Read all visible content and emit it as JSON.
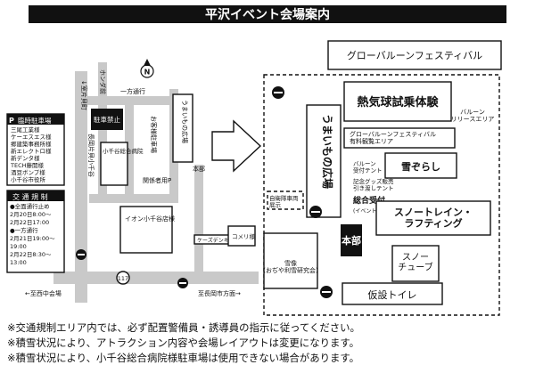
{
  "title": "平沢イベント会場案内",
  "left_map": {
    "north": "N",
    "parking_header": "臨時駐車場",
    "parking_lots": [
      "三尾工業様",
      "ケーエスエス様",
      "郷建築事務所様",
      "新エレクトロ様",
      "新デンタ様",
      "TECH藤開様",
      "酒豆ボンプ様",
      "小千谷市役所"
    ],
    "traffic_header": "交 通 規 制",
    "traffic_lines": [
      "●全面通行止め",
      "2月20日8:00〜",
      "2月22日17:00",
      "●一方通行",
      "2月21日19:00〜",
      "19:00",
      "2月22日8:30〜",
      "13:00"
    ],
    "labels": {
      "muro": "↓室片貝町",
      "hoken": "ホンダ前",
      "ichihou": "一方通行",
      "chushakinshi": "駐車禁止",
      "hospital": "小千谷総合病院",
      "kankeisha": "関係者用P",
      "nagaoka": "長岡片貝小千谷",
      "relay": "お客様駐車場",
      "ion": "イオン小千谷店様",
      "kurisu": "ケーズデンキ様",
      "komeri": "コメリ様",
      "route": "117",
      "nishi": "←至西中会場",
      "higashi": "至長岡市方面→",
      "umaimono_small": "うまいもの広場",
      "honbu_small": "本部"
    }
  },
  "right_map": {
    "global_fest": "グローバルーンフェスティバル",
    "balloon": "熱気球試乗体験",
    "release": "バルーン\nリリースエリア",
    "global_paid": "グローバルーンフェスティバル\n有料観覧エリア",
    "yuki": "雪ぞらし",
    "umaimono": "うまいもの広場",
    "self_defense": "自衛隊車両\n展示",
    "balloon_tent": "バルーン\n受付テント",
    "goods": "記念グッズ販売\n引き渡しテント",
    "uketsuke": "総合受付",
    "uketsuke_sub": "(イベント受付)",
    "snowrain": "スノートレイン・\nラフティング",
    "honbu": "本部",
    "snowtube": "スノー\nチューブ",
    "snowbus": "雪像\n(おぢや利雪研究会)",
    "toilet": "仮設トイレ"
  },
  "notes": [
    "※交通規制エリア内では、必ず配置警備員・誘導員の指示に従ってください。",
    "※積雪状況により、アトラクション内容や会場レイアウトは変更になります。",
    "※積雪状況により、小千谷総合病院様駐車場は使用できない場合があります。"
  ]
}
